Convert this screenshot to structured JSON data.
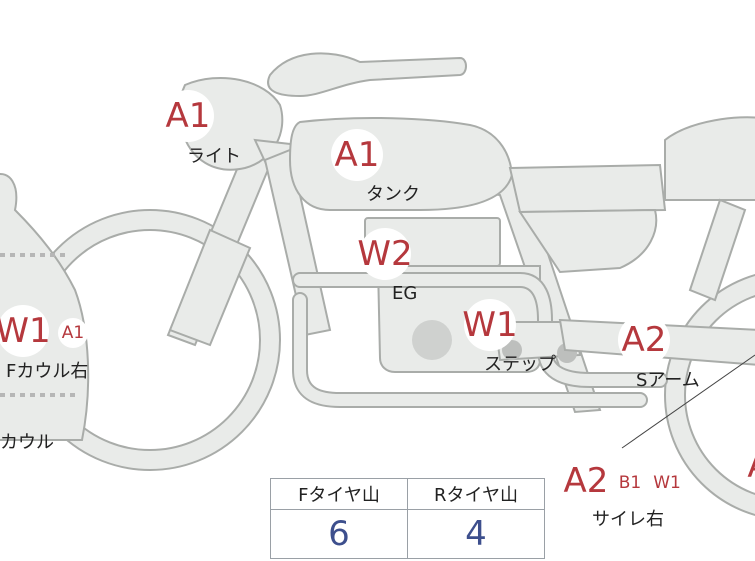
{
  "badges": {
    "light": "A1",
    "tank": "A1",
    "engine": "W2",
    "step": "W1",
    "swingarm": "A2",
    "cowl_right_w": "W1",
    "cowl_right_a": "A1",
    "side_a2": "A2",
    "side_b1": "B1",
    "side_w1": "W1",
    "edge_right": "A"
  },
  "labels": {
    "light": "ライト",
    "tank": "タンク",
    "engine": "EG",
    "step": "ステップ",
    "swingarm": "Sアーム",
    "cowl_right": "Fカウル右",
    "cowl": "カウル",
    "side_right": "サイレ右"
  },
  "tyre_table": {
    "headers": [
      "Fタイヤ山",
      "Rタイヤ山"
    ],
    "values": [
      "6",
      "4"
    ]
  },
  "colors": {
    "badge_text": "#b5383d",
    "value_text": "#3d4f8d",
    "part_fill": "#e9ebe9",
    "part_stroke": "#a9aca9"
  }
}
